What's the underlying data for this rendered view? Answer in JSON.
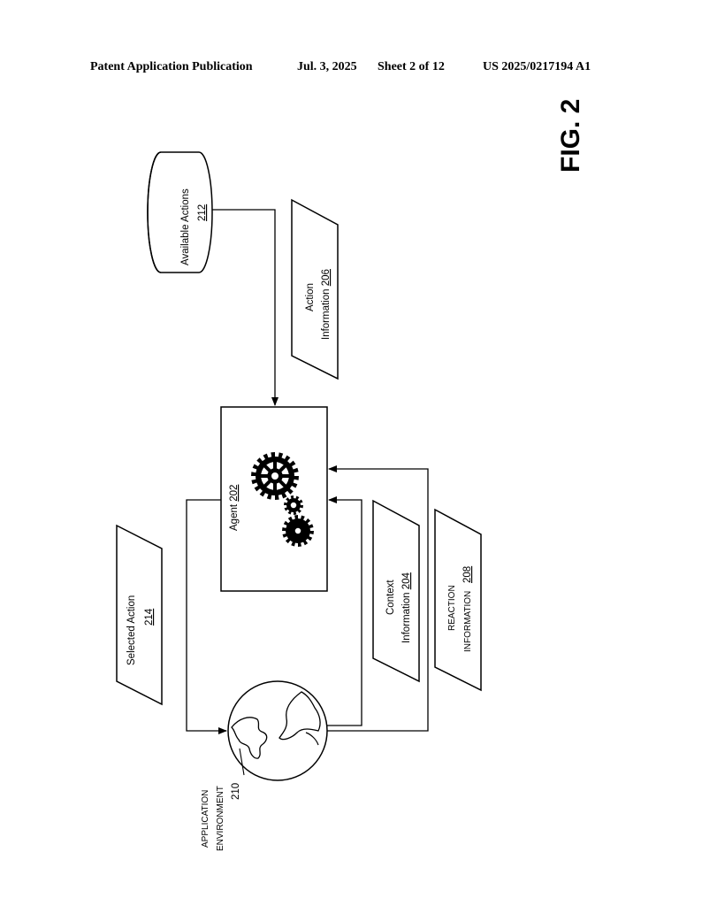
{
  "header": {
    "publication": "Patent Application Publication",
    "date": "Jul. 3, 2025",
    "sheet": "Sheet 2 of 12",
    "number": "US 2025/0217194 A1"
  },
  "figure_label": "FIG. 2",
  "elements": {
    "available_actions": {
      "label": "Available Actions",
      "ref": "212"
    },
    "action_information": {
      "line1": "Action",
      "line2": "Information",
      "ref": "206"
    },
    "agent": {
      "label": "Agent",
      "ref": "202"
    },
    "selected_action": {
      "label": "Selected Action",
      "ref": "214"
    },
    "context_information": {
      "line1": "Context",
      "line2": "Information",
      "ref": "204"
    },
    "reaction_information": {
      "line1": "reaction",
      "line2": "information",
      "ref": "208"
    },
    "application_environment": {
      "line1": "Application",
      "line2": "Environment",
      "ref": "210"
    }
  },
  "icons": [
    "gear-icon",
    "globe-icon",
    "database-cylinder-icon"
  ]
}
